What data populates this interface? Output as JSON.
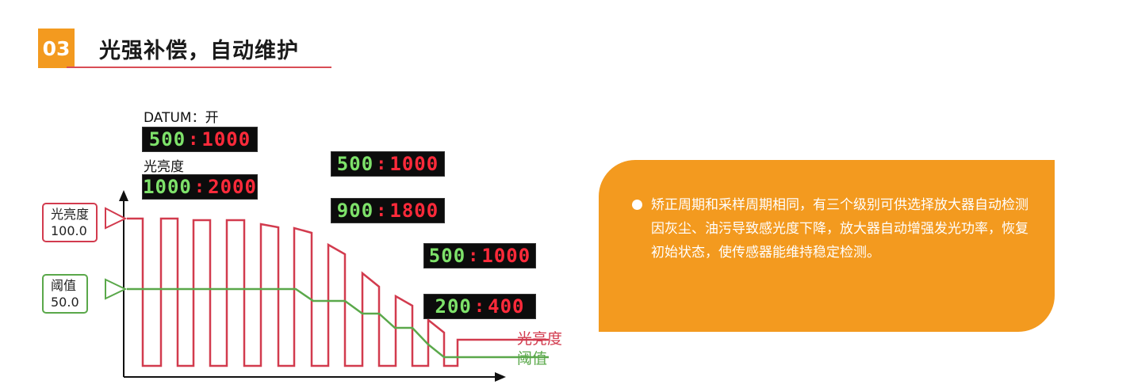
{
  "section": {
    "number": "03",
    "title": "光强补偿，自动维护"
  },
  "diagram": {
    "datum_label": "DATUM：开",
    "brightness_label": "光亮度",
    "displays": [
      {
        "left": "500",
        "right": "1000"
      },
      {
        "left": "1000",
        "right": "2000"
      },
      {
        "left": "500",
        "right": "1000"
      },
      {
        "left": "900",
        "right": "1800"
      },
      {
        "left": "500",
        "right": "1000"
      },
      {
        "left": "200",
        "right": "400"
      }
    ],
    "callout_brightness": {
      "name": "光亮度",
      "value": "100.0"
    },
    "callout_threshold": {
      "name": "阈值",
      "value": "50.0"
    },
    "legend": {
      "brightness": "光亮度",
      "threshold": "阈值"
    },
    "colors": {
      "brightness": "#d23b4e",
      "threshold": "#5aa84a",
      "accent": "#f39a1f"
    }
  },
  "info": {
    "text": "矫正周期和采样周期相同，有三个级别可供选择放大器自动检测因灰尘、油污导致感光度下降，放大器自动增强发光功率，恢复初始状态，使传感器能维持稳定检测。"
  }
}
